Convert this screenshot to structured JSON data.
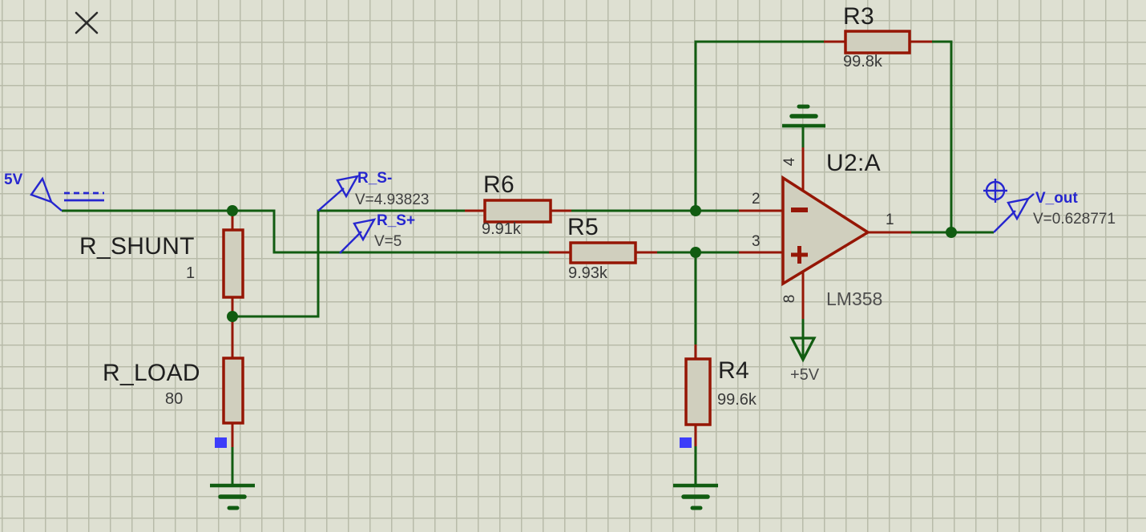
{
  "schematic": {
    "source": {
      "label": "5V"
    },
    "probes": {
      "rs_minus": {
        "name": "R_S-",
        "reading": "V=4.93823"
      },
      "rs_plus": {
        "name": "R_S+",
        "reading": "V=5"
      },
      "v_out": {
        "name": "V_out",
        "reading": "V=0.628771"
      }
    },
    "resistors": {
      "r_shunt": {
        "ref": "R_SHUNT",
        "value": "1"
      },
      "r_load": {
        "ref": "R_LOAD",
        "value": "80"
      },
      "r6": {
        "ref": "R6",
        "value": "9.91k"
      },
      "r5": {
        "ref": "R5",
        "value": "9.93k"
      },
      "r3": {
        "ref": "R3",
        "value": "99.8k"
      },
      "r4": {
        "ref": "R4",
        "value": "99.6k"
      }
    },
    "opamp": {
      "ref": "U2:A",
      "part": "LM358",
      "pin_inverting": "2",
      "pin_noninverting": "3",
      "pin_output": "1",
      "pin_top": "4",
      "pin_bottom": "8"
    },
    "power": {
      "vcc_label": "+5V"
    }
  },
  "colors": {
    "background": "#dee0d2",
    "grid_line": "#b8bba9",
    "wire_green": "#115c11",
    "component_red": "#951605",
    "probe_blue": "#2626cf",
    "body_fill": "#d0cfbe",
    "marker_blue": "#3d3dfa"
  }
}
